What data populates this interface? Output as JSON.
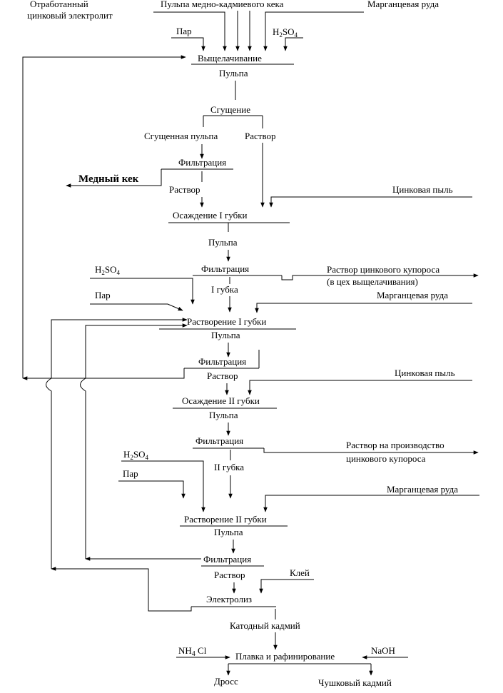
{
  "inputs": {
    "spent_electrolyte_1": "Отработанный",
    "spent_electrolyte_2": "цинковый электролит",
    "copper_cadmium_cake_pulp": "Пульпа медно-кадмиевого кека",
    "manganese_ore": "Марганцевая руда",
    "steam": "Пар",
    "h2so4": "H2SO4"
  },
  "stages": {
    "leaching": "Выщелачивание",
    "thickening": "Сгущение",
    "filtration": "Фильтрация",
    "precip_1": "Осаждение I губки",
    "dissolution_1": "Растворение I губки",
    "precip_2": "Осаждение II губки",
    "dissolution_2": "Растворение II губки",
    "electrolysis": "Электролиз",
    "smelting": "Плавка и рафинирование"
  },
  "streams": {
    "pulp": "Пульпа",
    "thickened_pulp": "Сгущенная пульпа",
    "solution": "Раствор",
    "copper_cake": "Медный кек",
    "zinc_dust": "Цинковая пыль",
    "sponge_1": "I губка",
    "sponge_2": "II губка",
    "zinc_vitriol_solution": "Раствор цинкового купороса",
    "to_leaching_shop": "(в цех выщелачивания)",
    "to_vitriol_1": "Раствор на производство",
    "to_vitriol_2": "цинкового купороса",
    "glue": "Клей",
    "cathode_cadmium": "Катодный кадмий",
    "nh4cl": "NH4 Cl",
    "naoh": "NaOH",
    "dross": "Дросс",
    "ingot_cadmium": "Чушковый кадмий"
  }
}
